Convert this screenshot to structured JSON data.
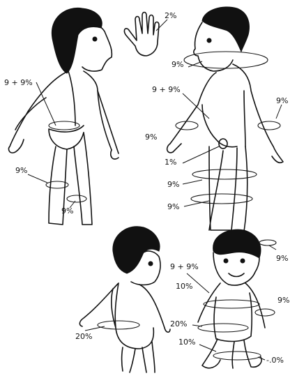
{
  "labels": {
    "hand": "2%",
    "head_adult_front": "9%",
    "arm_adult_back": "9 + 9%",
    "arm_adult_front": "9 + 9%",
    "arm_adult_right": "9%",
    "arm_adult_left": "9%",
    "genital_adult": "1%",
    "leg_adult_back_upper": "9%",
    "leg_adult_back_lower": "9%",
    "leg_adult_front_upper": "9%",
    "leg_adult_front_lower": "9%",
    "child_back_trunk": "20%",
    "child_head": "9%",
    "child_arms": "9 + 9%",
    "child_upper": "10%",
    "child_arm_right": "9%",
    "child_trunk": "20%",
    "child_lower": "10%",
    "child_leg": "-.0%"
  }
}
